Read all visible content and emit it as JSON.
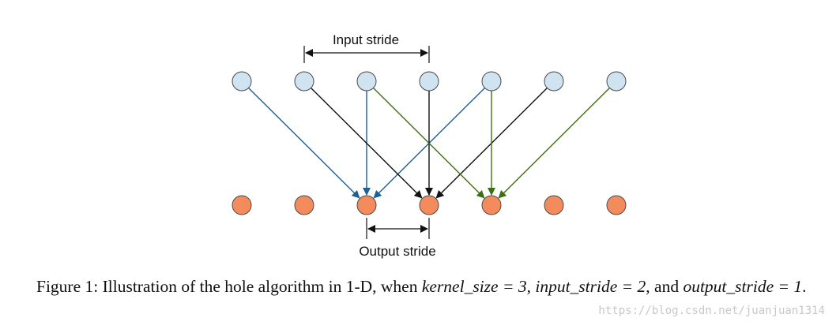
{
  "diagram": {
    "input_stride_label": "Input stride",
    "output_stride_label": "Output stride",
    "input_node_count": 7,
    "output_node_count": 7,
    "input_node_color": "#cfe3f0",
    "output_node_color": "#f48b5c",
    "node_stroke_color": "#4a4a4a",
    "connections": [
      {
        "from": 0,
        "to": 2,
        "color": "#1f5f93"
      },
      {
        "from": 2,
        "to": 2,
        "color": "#1f5f93"
      },
      {
        "from": 4,
        "to": 2,
        "color": "#1f5f93"
      },
      {
        "from": 1,
        "to": 3,
        "color": "#111111"
      },
      {
        "from": 3,
        "to": 3,
        "color": "#111111"
      },
      {
        "from": 5,
        "to": 3,
        "color": "#111111"
      },
      {
        "from": 2,
        "to": 4,
        "color": "#3f6e12"
      },
      {
        "from": 4,
        "to": 4,
        "color": "#3f6e12"
      },
      {
        "from": 6,
        "to": 4,
        "color": "#3f6e12"
      }
    ]
  },
  "caption": {
    "prefix": "Figure 1: Illustration of the hole algorithm in 1-D, when ",
    "kernel_size": "kernel_size = 3",
    "sep1": ", ",
    "input_stride": "input_stride = 2",
    "sep2": ", and ",
    "output_stride": "output_stride = 1",
    "suffix": "."
  },
  "watermark": "https://blog.csdn.net/juanjuan1314"
}
